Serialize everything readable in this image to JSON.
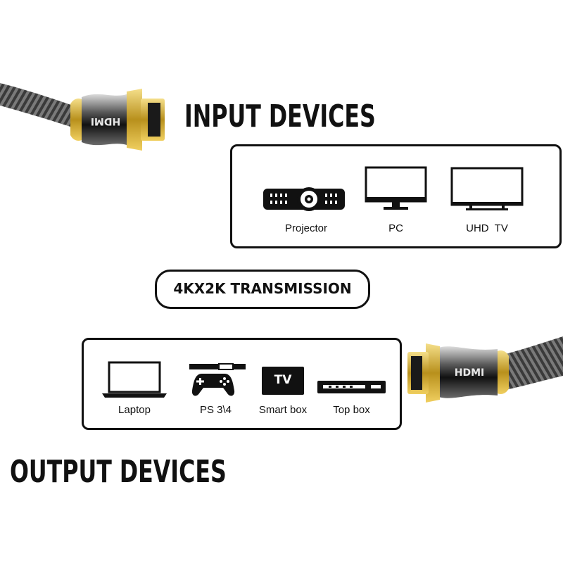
{
  "input_heading": "INPUT DEVICES",
  "output_heading": "OUTPUT DEVICES",
  "transmission_label": "4KX2K TRANSMISSION",
  "connector_brand": "HDMI",
  "input_devices": [
    {
      "label": "Projector",
      "icon": "projector-icon"
    },
    {
      "label": "PC",
      "icon": "monitor-icon"
    },
    {
      "label": "UHD  TV",
      "icon": "tv-icon"
    }
  ],
  "output_devices": [
    {
      "label": "Laptop",
      "icon": "laptop-icon"
    },
    {
      "label": "PS 3\\4",
      "icon": "gamepad-icon"
    },
    {
      "label": "Smart box",
      "icon": "smart-box-icon",
      "badge": "TV"
    },
    {
      "label": "Top box",
      "icon": "set-top-box-icon"
    }
  ],
  "colors": {
    "gold": "#c9a227",
    "chrome": "#2a2a2a",
    "braid": "#555555"
  }
}
